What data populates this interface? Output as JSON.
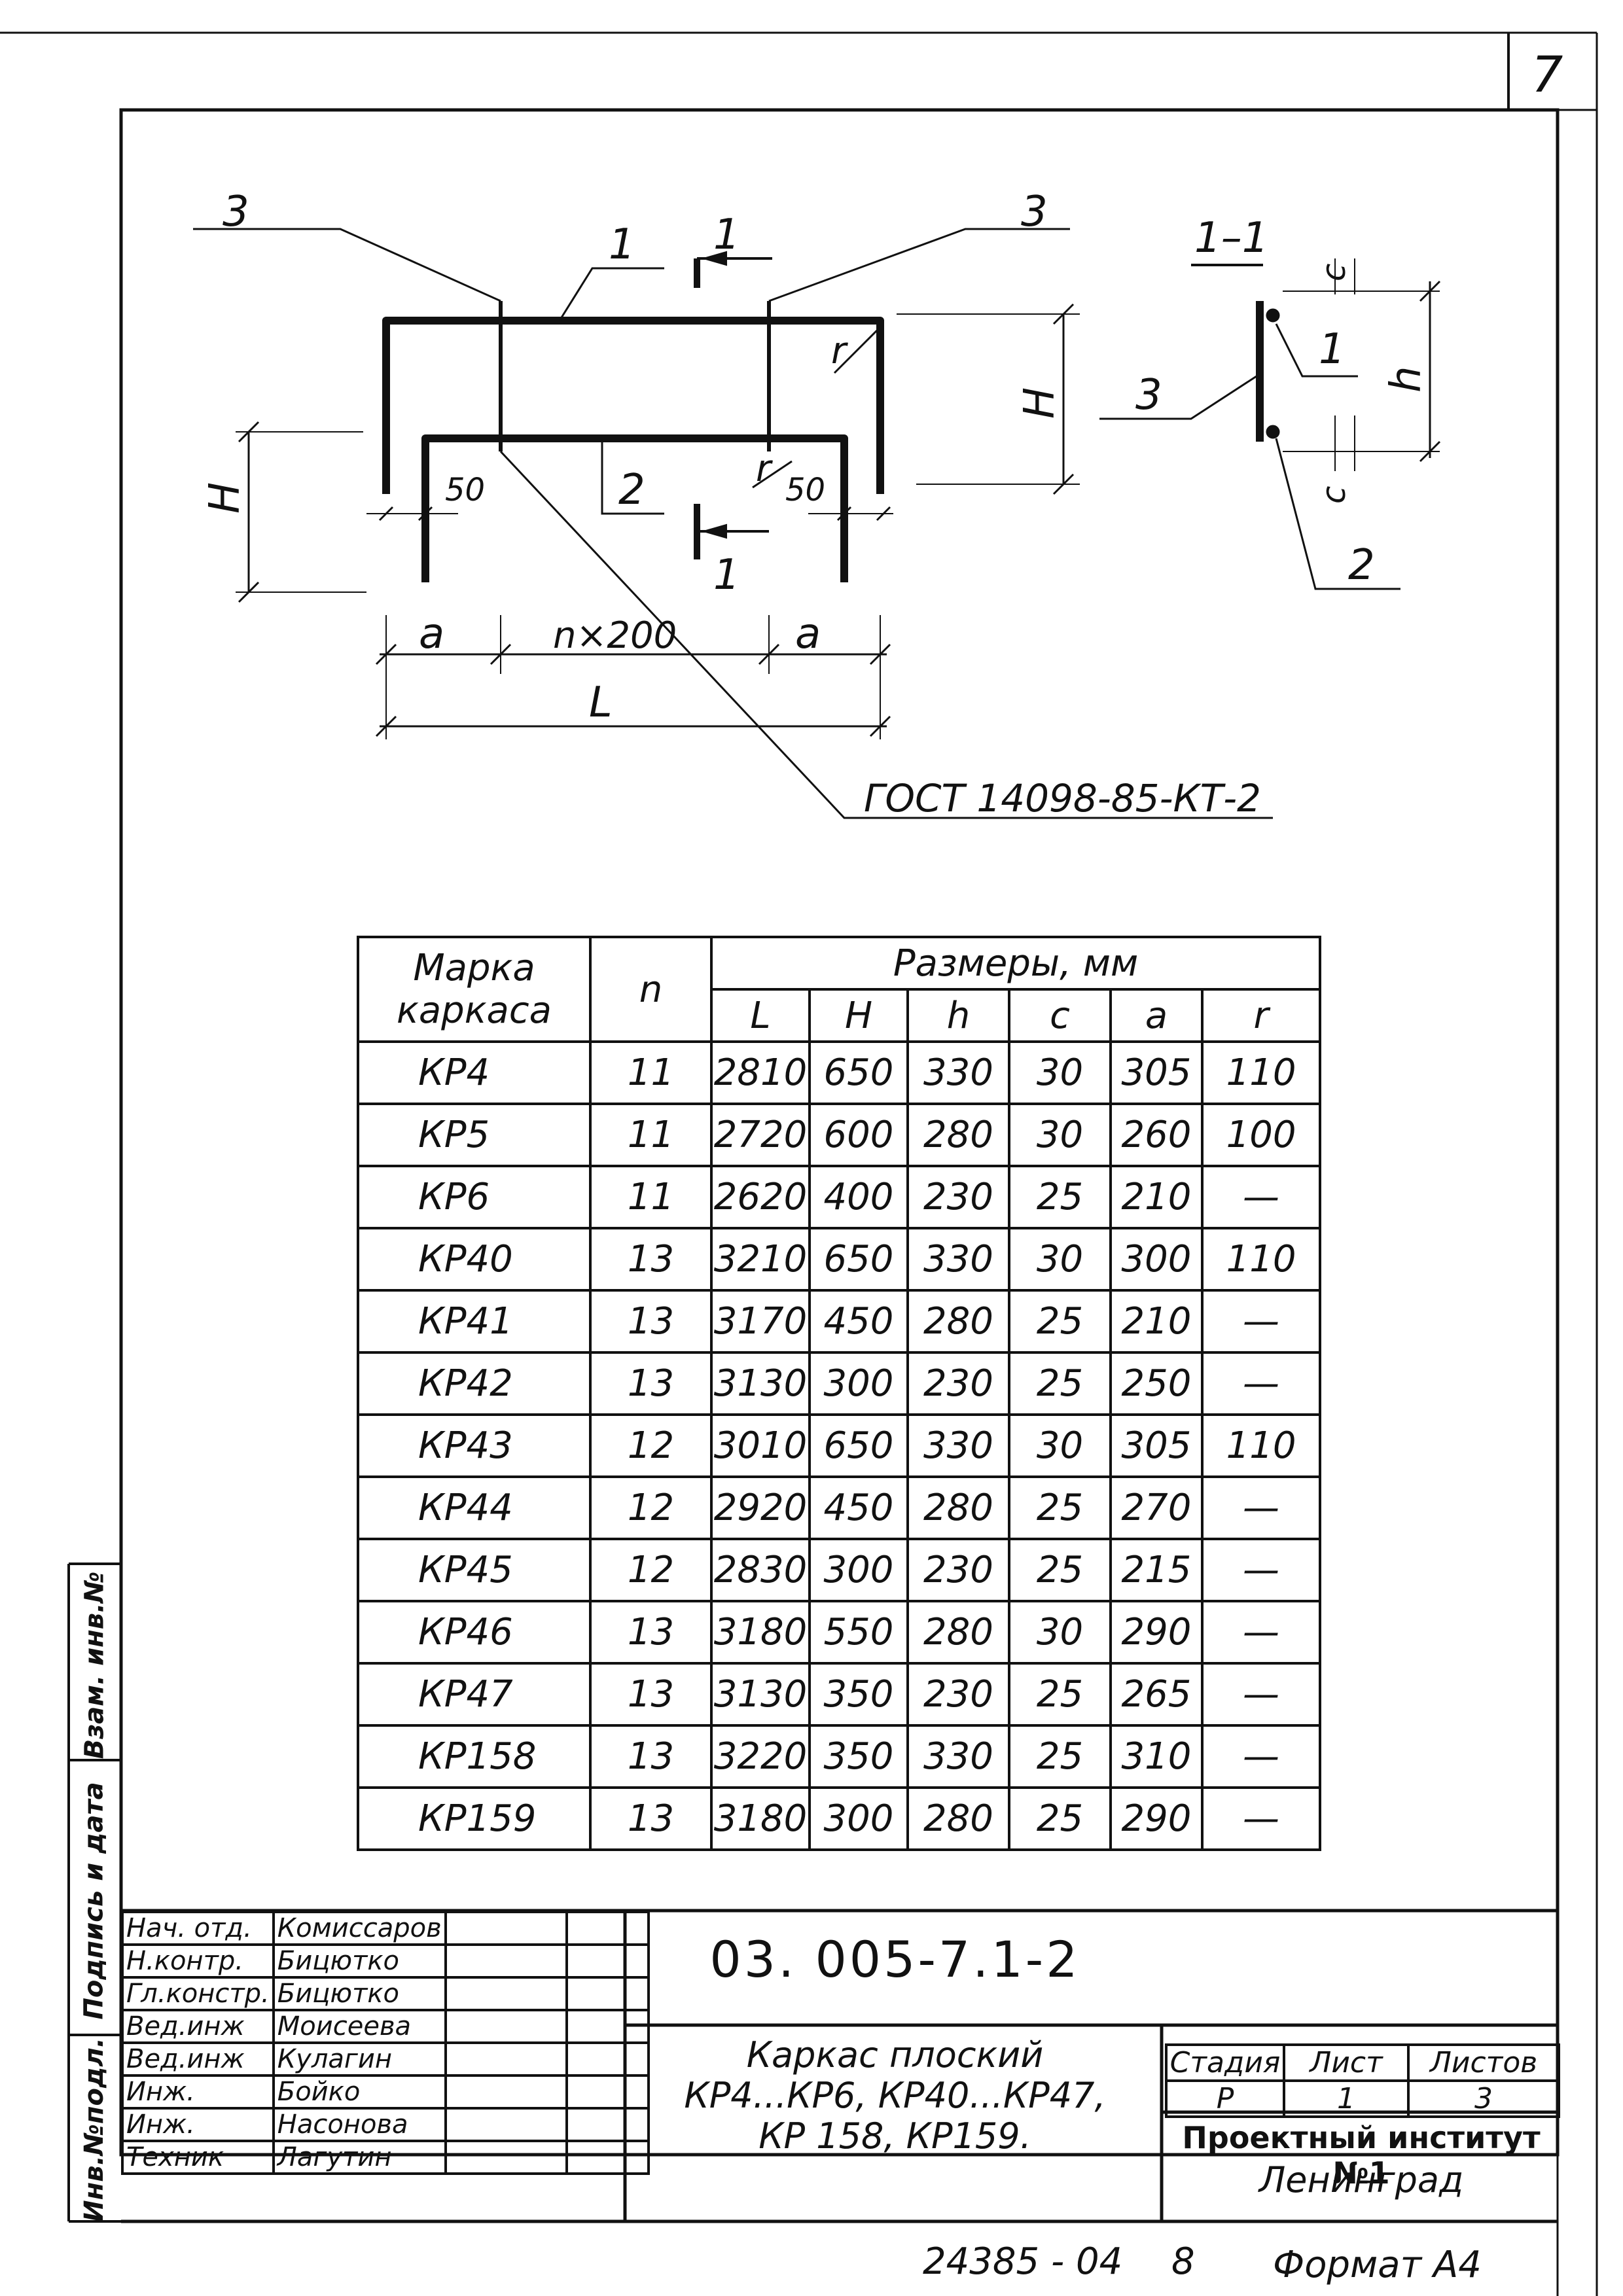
{
  "page_number": "7",
  "drawing": {
    "labels": {
      "pos1": "1",
      "pos2": "2",
      "pos3_left": "3",
      "pos3_right": "3",
      "section_mark": "1",
      "section_title": "1–1",
      "dim_H_left": "H",
      "dim_H_right": "H",
      "dim_h": "h",
      "dim_c_top": "c",
      "dim_c_bottom": "c",
      "dim_50_left": "50",
      "dim_50_right": "50",
      "r_top": "r",
      "r_bottom": "r",
      "dim_a_left": "a",
      "dim_n200": "n×200",
      "dim_a_right": "a",
      "dim_L": "L",
      "sec_pos1": "1",
      "sec_pos2": "2",
      "sec_pos3": "3",
      "gost": "ГОСТ 14098-85-КТ-2"
    }
  },
  "table": {
    "header": {
      "mark": "Марка каркаса",
      "n": "n",
      "sizes": "Размеры, мм",
      "cols": [
        "L",
        "H",
        "h",
        "c",
        "a",
        "r"
      ]
    },
    "rows": [
      {
        "mark": "КР4",
        "n": "11",
        "L": "2810",
        "H": "650",
        "h": "330",
        "c": "30",
        "a": "305",
        "r": "110"
      },
      {
        "mark": "КР5",
        "n": "11",
        "L": "2720",
        "H": "600",
        "h": "280",
        "c": "30",
        "a": "260",
        "r": "100"
      },
      {
        "mark": "КР6",
        "n": "11",
        "L": "2620",
        "H": "400",
        "h": "230",
        "c": "25",
        "a": "210",
        "r": "—"
      },
      {
        "mark": "КР40",
        "n": "13",
        "L": "3210",
        "H": "650",
        "h": "330",
        "c": "30",
        "a": "300",
        "r": "110"
      },
      {
        "mark": "КР41",
        "n": "13",
        "L": "3170",
        "H": "450",
        "h": "280",
        "c": "25",
        "a": "210",
        "r": "—"
      },
      {
        "mark": "КР42",
        "n": "13",
        "L": "3130",
        "H": "300",
        "h": "230",
        "c": "25",
        "a": "250",
        "r": "—"
      },
      {
        "mark": "КР43",
        "n": "12",
        "L": "3010",
        "H": "650",
        "h": "330",
        "c": "30",
        "a": "305",
        "r": "110"
      },
      {
        "mark": "КР44",
        "n": "12",
        "L": "2920",
        "H": "450",
        "h": "280",
        "c": "25",
        "a": "270",
        "r": "—"
      },
      {
        "mark": "КР45",
        "n": "12",
        "L": "2830",
        "H": "300",
        "h": "230",
        "c": "25",
        "a": "215",
        "r": "—"
      },
      {
        "mark": "КР46",
        "n": "13",
        "L": "3180",
        "H": "550",
        "h": "280",
        "c": "30",
        "a": "290",
        "r": "—"
      },
      {
        "mark": "КР47",
        "n": "13",
        "L": "3130",
        "H": "350",
        "h": "230",
        "c": "25",
        "a": "265",
        "r": "—"
      },
      {
        "mark": "КР158",
        "n": "13",
        "L": "3220",
        "H": "350",
        "h": "330",
        "c": "25",
        "a": "310",
        "r": "—"
      },
      {
        "mark": "КР159",
        "n": "13",
        "L": "3180",
        "H": "300",
        "h": "280",
        "c": "25",
        "a": "290",
        "r": "—"
      }
    ]
  },
  "title_block": {
    "doc_code": "03. 005-7.1-2",
    "title_line1": "Каркас плоский",
    "title_line2": "КР4...КР6, КР40...КР47,",
    "title_line3": "КР 158, КР159.",
    "signatures": [
      {
        "role": "Нач. отд.",
        "name": "Комиссаров"
      },
      {
        "role": "Н.контр.",
        "name": "Бицютко"
      },
      {
        "role": "Гл.констр.",
        "name": "Бицютко"
      },
      {
        "role": "Вед.инж",
        "name": "Моисеева"
      },
      {
        "role": "Вед.инж",
        "name": "Кулагин"
      },
      {
        "role": "Инж.",
        "name": "Бойко"
      },
      {
        "role": "Инж.",
        "name": "Насонова"
      },
      {
        "role": "Техник",
        "name": "Лагутин"
      }
    ],
    "stage_label": "Стадия",
    "sheet_label": "Лист",
    "sheets_label": "Листов",
    "stage": "Р",
    "sheet": "1",
    "sheets": "3",
    "org_line1": "Проектный институт №1",
    "org_line2": "Ленинград"
  },
  "side_labels": {
    "inv_podl": "Инв.№подл.",
    "podp_data": "Подпись и дата",
    "vzam_inv": "Взам. инв.№"
  },
  "footer": {
    "code": "24385 - 04",
    "num": "8",
    "format": "Формат А4"
  }
}
